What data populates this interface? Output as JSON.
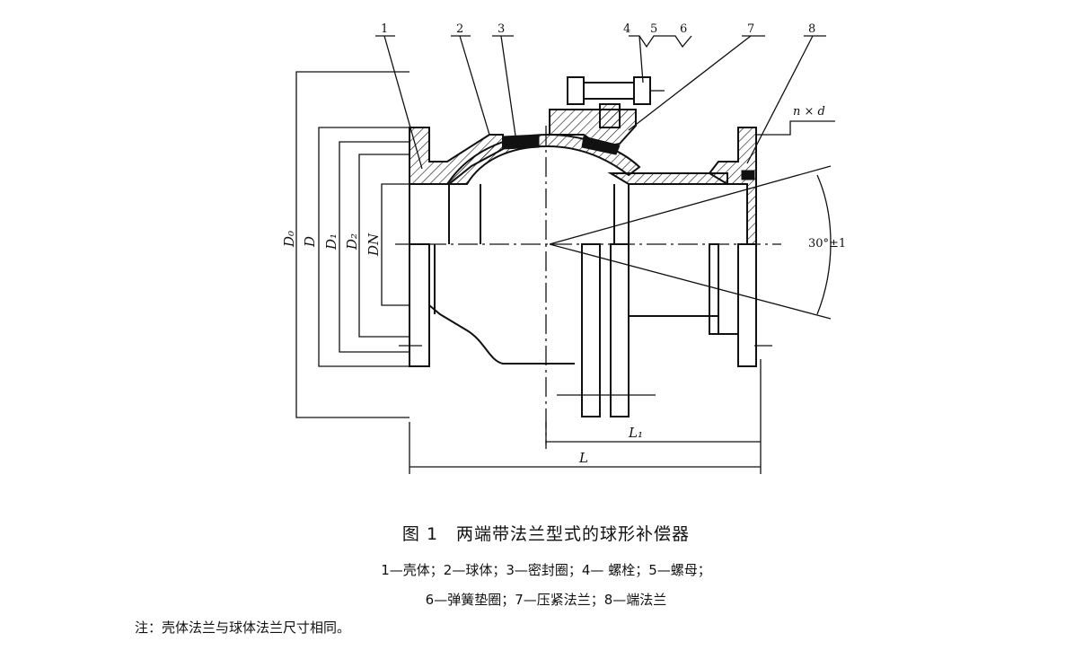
{
  "figure": {
    "title": "图 1　两端带法兰型式的球形补偿器",
    "legend_line1": "1—壳体；2—球体；3—密封圈；4— 螺栓；5—螺母；",
    "legend_line2": "6—弹簧垫圈；7—压紧法兰；8—端法兰",
    "note": "注：壳体法兰与球体法兰尺寸相同。"
  },
  "part_labels": [
    "1",
    "2",
    "3",
    "4",
    "5",
    "6",
    "7",
    "8"
  ],
  "dimensions": {
    "D0": "D₀",
    "D": "D",
    "D1": "D₁",
    "D2": "D₂",
    "DN": "DN",
    "L": "L",
    "L1": "L₁",
    "bolt_holes": "n × d",
    "angle": "30°±1"
  }
}
